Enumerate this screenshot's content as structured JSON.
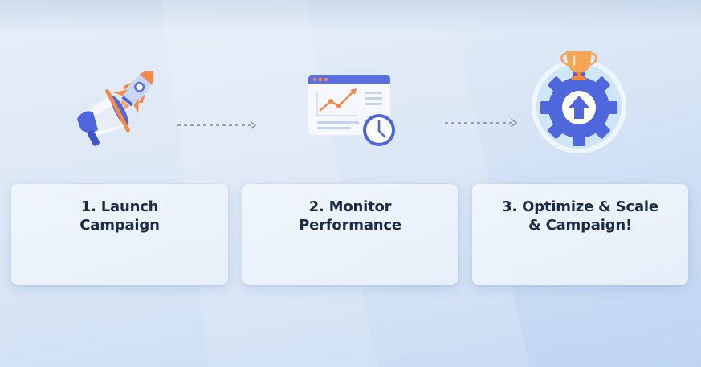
{
  "diagram": {
    "type": "process-flow",
    "steps": [
      {
        "label": "1. Launch\nCampaign",
        "icon": "megaphone-rocket-icon"
      },
      {
        "label": "2. Monitor\nPerformance",
        "icon": "chart-window-clock-icon"
      },
      {
        "label": "3. Optimize & Scale\n& Campaign!",
        "icon": "gear-trophy-upload-icon"
      }
    ],
    "connectors": [
      {
        "from": 1,
        "to": 2,
        "style": "dashed-arrow"
      },
      {
        "from": 2,
        "to": 3,
        "style": "dashed-arrow"
      }
    ]
  },
  "colors": {
    "primary_blue": "#4f67dc",
    "accent_orange": "#f4894a",
    "text_dark": "#1c2b45",
    "card_bg": "#edf3fb",
    "arrow_gray": "#7d8aa3"
  }
}
